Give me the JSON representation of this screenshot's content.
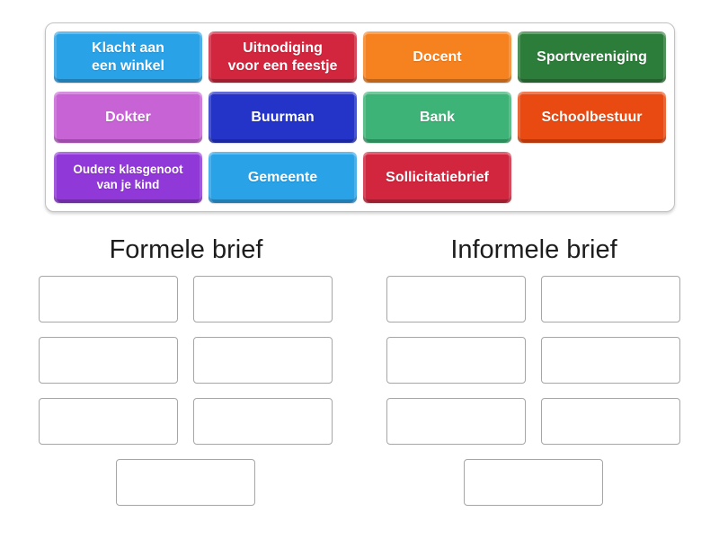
{
  "activity": {
    "tray": {
      "tiles": [
        {
          "label": "Klacht aan\neen winkel",
          "color": "#2aa2e7"
        },
        {
          "label": "Uitnodiging\nvoor een feestje",
          "color": "#d1263e"
        },
        {
          "label": "Docent",
          "color": "#f6821f"
        },
        {
          "label": "Sportvereniging",
          "color": "#2d7d3a"
        },
        {
          "label": "Dokter",
          "color": "#c863d6"
        },
        {
          "label": "Buurman",
          "color": "#2434c9"
        },
        {
          "label": "Bank",
          "color": "#3eb377"
        },
        {
          "label": "Schoolbestuur",
          "color": "#e94a12"
        },
        {
          "label": "Ouders klasgenoot\nvan je kind",
          "color": "#9138d8"
        },
        {
          "label": "Gemeente",
          "color": "#2aa2e7"
        },
        {
          "label": "Sollicitatiebrief",
          "color": "#d1263e"
        }
      ]
    },
    "groups": [
      {
        "title": "Formele brief",
        "slot_count": 7
      },
      {
        "title": "Informele brief",
        "slot_count": 7
      }
    ]
  }
}
